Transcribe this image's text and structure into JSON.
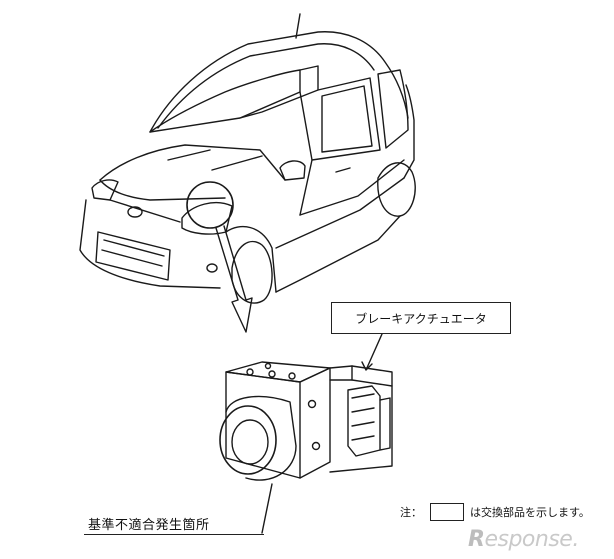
{
  "labels": {
    "actuator": "ブレーキアクチュエータ",
    "defect_location": "基準不適合発生箇所"
  },
  "note": {
    "prefix": "注：",
    "suffix": "は交換部品を示します。"
  },
  "watermark": {
    "mark": "R",
    "text": "esponse."
  },
  "icons": {
    "vehicle": "minivan-line-drawing",
    "part": "brake-actuator-unit",
    "callout": "magnify-circle",
    "pointer": "down-arrow"
  }
}
